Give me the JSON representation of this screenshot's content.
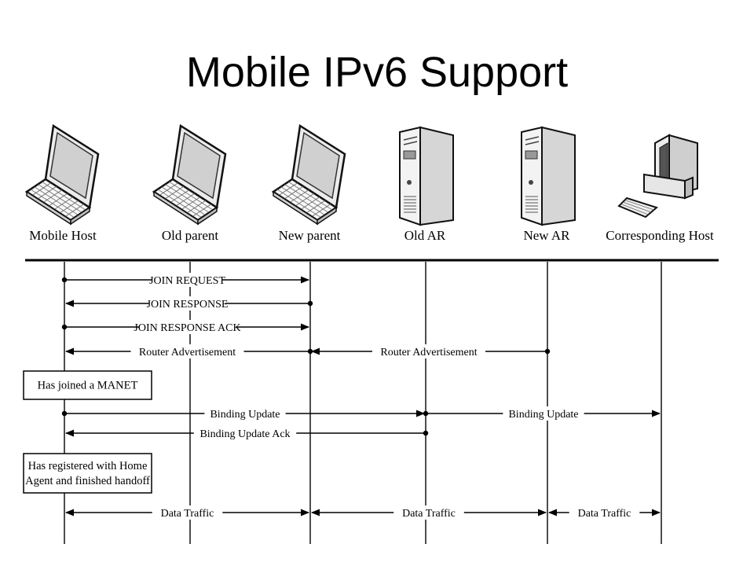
{
  "title": "Mobile IPv6 Support",
  "entities": [
    {
      "label": "Mobile Host",
      "icon": "laptop-icon"
    },
    {
      "label": "Old parent",
      "icon": "laptop-icon"
    },
    {
      "label": "New parent",
      "icon": "laptop-icon"
    },
    {
      "label": "Old AR",
      "icon": "server-icon"
    },
    {
      "label": "New AR",
      "icon": "server-icon"
    },
    {
      "label": "Corresponding Host",
      "icon": "desktop-computer-icon"
    }
  ],
  "messages": [
    {
      "label": "JOIN REQUEST",
      "from": 0,
      "to": 2
    },
    {
      "label": "JOIN RESPONSE",
      "from": 2,
      "to": 0
    },
    {
      "label": "JOIN RESPONSE ACK",
      "from": 0,
      "to": 2
    },
    {
      "label": "Router Advertisement",
      "from": 2,
      "to": 0
    },
    {
      "label": "Router Advertisement",
      "from": 4,
      "to": 2
    },
    {
      "label": "Binding Update",
      "from": 0,
      "to": 3
    },
    {
      "label": "Binding Update",
      "from": 3,
      "to": 5
    },
    {
      "label": "Binding Update Ack",
      "from": 3,
      "to": 0
    },
    {
      "label": "Data Traffic",
      "from": 0,
      "to": 2,
      "bidirectional": true
    },
    {
      "label": "Data Traffic",
      "from": 2,
      "to": 4,
      "bidirectional": true
    },
    {
      "label": "Data Traffic",
      "from": 4,
      "to": 5,
      "bidirectional": true
    }
  ],
  "notes": [
    {
      "lines": [
        "Has joined a MANET"
      ]
    },
    {
      "lines": [
        "Has registered with Home",
        "Agent and finished handoff"
      ]
    }
  ]
}
